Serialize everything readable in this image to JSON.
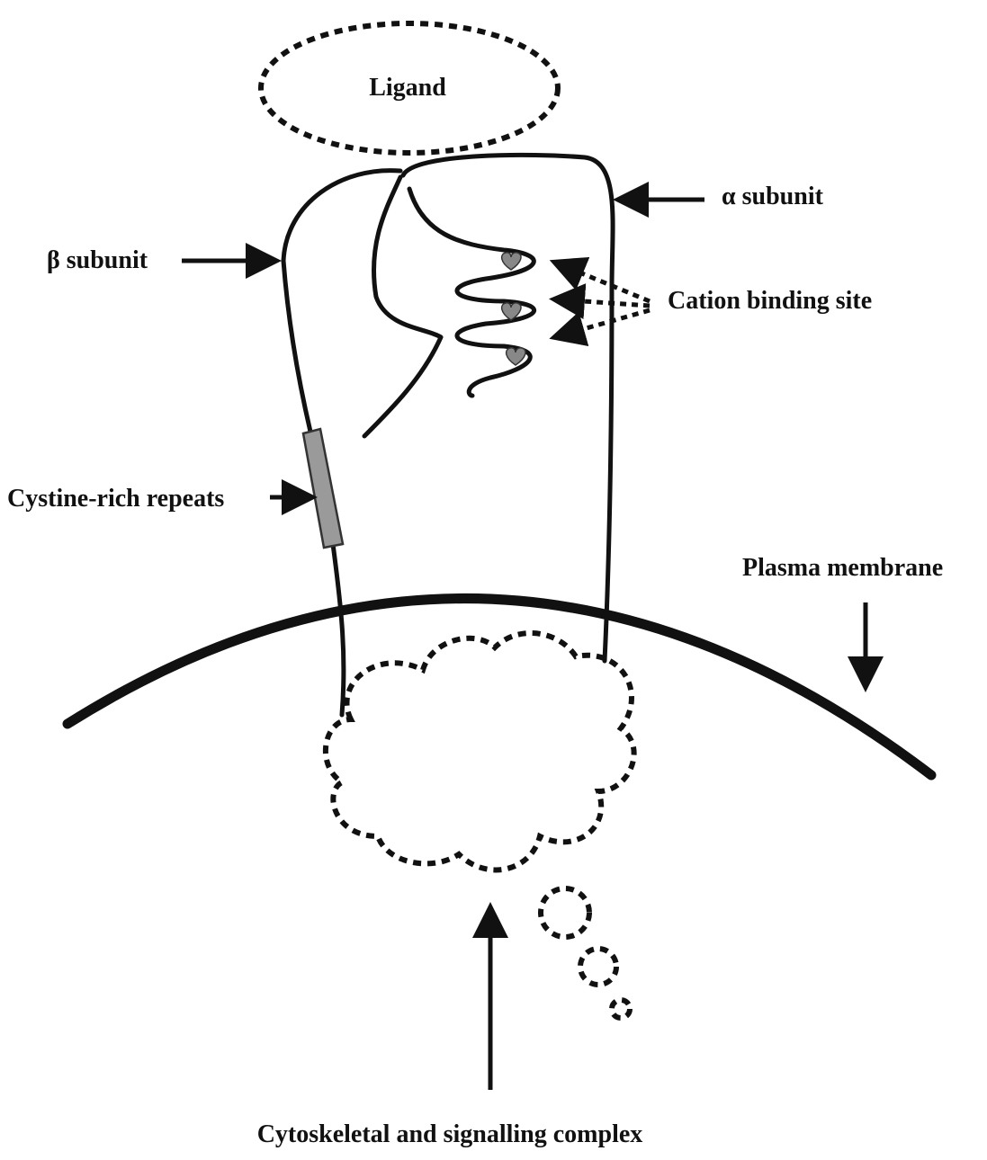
{
  "labels": {
    "ligand": "Ligand",
    "alpha_subunit": "α subunit",
    "beta_subunit": "β subunit",
    "cation_binding_site": "Cation binding site",
    "cystine_rich_repeats": "Cystine-rich repeats",
    "plasma_membrane": "Plasma membrane",
    "cytoskeletal_complex": "Cytoskeletal and signalling complex"
  },
  "colors": {
    "line": "#111111",
    "cation_site_fill": "#888888",
    "cystine_repeat_fill": "#9a9a9a",
    "background": "#ffffff"
  },
  "cation_binding_site_count": 3
}
